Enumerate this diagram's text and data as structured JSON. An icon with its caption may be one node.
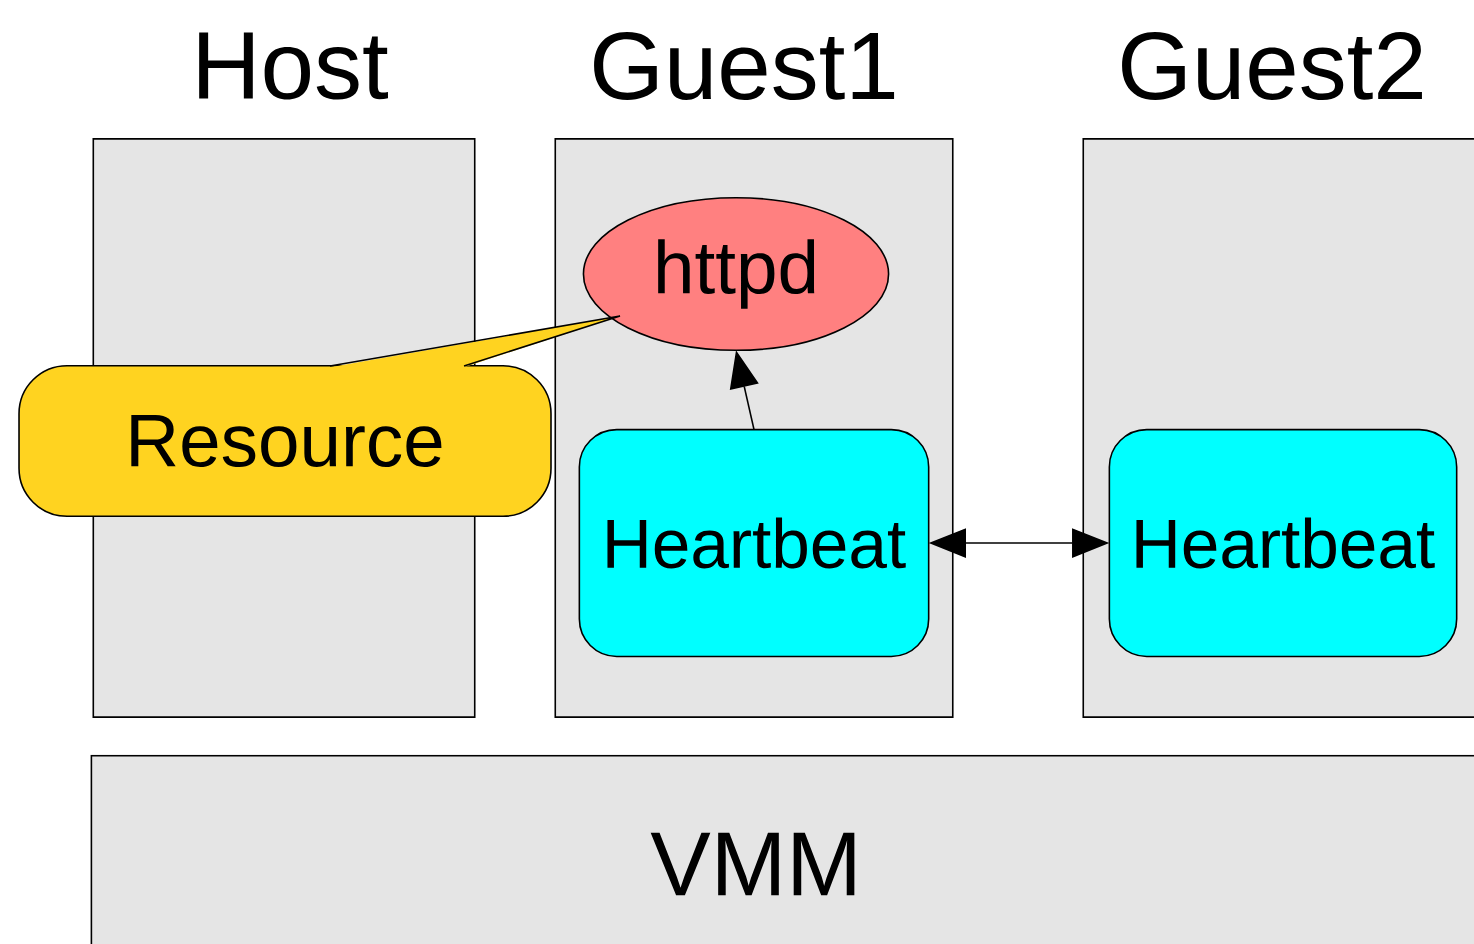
{
  "diagram": {
    "nodes": [
      {
        "text": [
          "Host"
        ]
      },
      {
        "text": [
          "Guest1"
        ]
      },
      {
        "text": [
          "httpd"
        ],
        "in": 1
      },
      {
        "text": [
          "Heartbeat"
        ],
        "in": 1
      },
      {
        "text": [
          "Guest2"
        ]
      },
      {
        "text": [
          "Heartbeat"
        ],
        "in": 4
      },
      {
        "text": [
          "Resource"
        ]
      },
      {
        "text": [
          "VMM"
        ]
      }
    ],
    "edges": [
      {
        "from": 3,
        "to": 2,
        "arrow": "to"
      },
      {
        "from": 3,
        "to": 5,
        "arrow": "both"
      }
    ]
  }
}
